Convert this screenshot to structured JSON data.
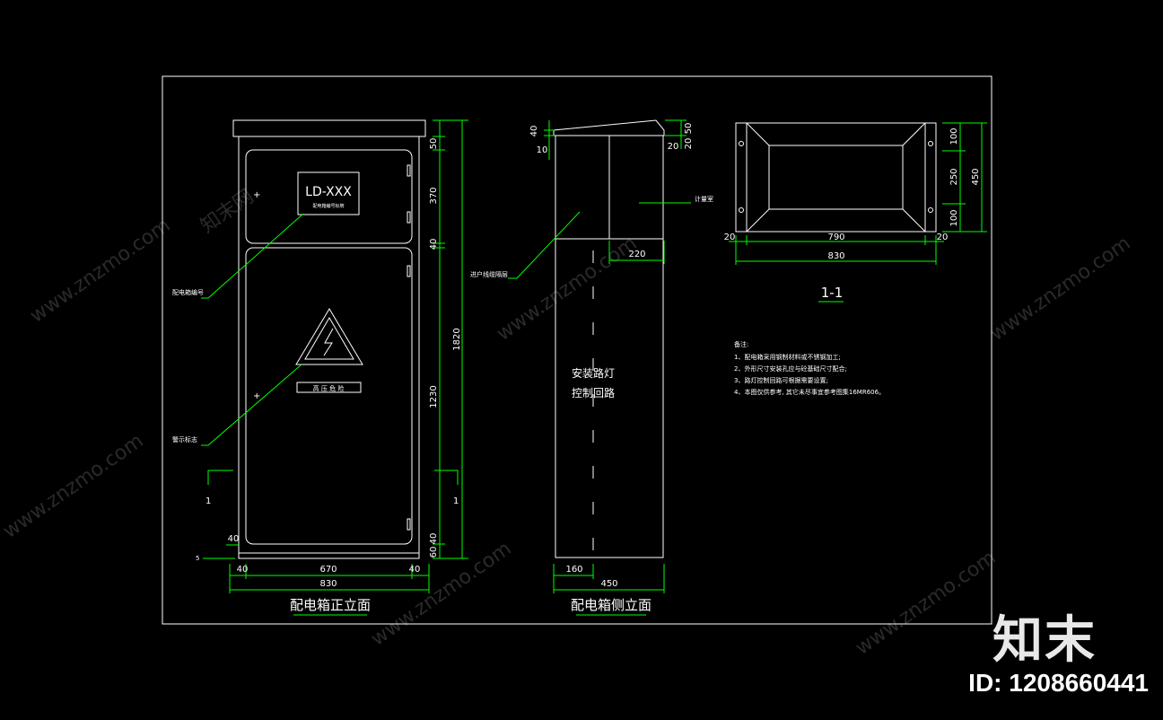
{
  "front_view": {
    "nameplate": "LD-XXX",
    "nameplate_sub": "配电箱编号标牌",
    "warning_label": "高 压 危 险",
    "callout_number": "配电箱编号",
    "callout_sign": "警示标志",
    "section_mark": "1",
    "dim_top": "50",
    "dim_upper": "370",
    "dim_gap": "40",
    "dim_lower": "1230",
    "dim_bottom_gap": "40",
    "dim_base": "60",
    "dim_total": "1820",
    "dim_left": "40",
    "dim_mid": "670",
    "dim_right": "40",
    "dim_width": "830",
    "dim_side_left": "40",
    "dim_5": "5",
    "title": "配电箱正立面"
  },
  "side_view": {
    "dim_40": "40",
    "dim_10": "10",
    "dim_50": "50",
    "dim_20": "20",
    "meter_label": "计量室",
    "callout_inout": "进户线缆隔层",
    "dim_220": "220",
    "text_line1": "安装路灯",
    "text_line2": "控制回路",
    "dim_160": "160",
    "dim_450": "450",
    "title": "配电箱侧立面"
  },
  "section_view": {
    "dim_100a": "100",
    "dim_250": "250",
    "dim_100b": "100",
    "dim_450": "450",
    "dim_20l": "20",
    "dim_790": "790",
    "dim_20r": "20",
    "dim_830": "830",
    "title": "1-1"
  },
  "notes": {
    "heading": "备注:",
    "items": [
      "1、配电箱采用钢制材料或不锈钢加工;",
      "2、外形尺寸安装孔应与砼基础尺寸配合;",
      "3、路灯控制回路可根据需要设置;",
      "4、本图仅供参考, 其它未尽事宜参考图集16MR606。"
    ]
  },
  "watermark": {
    "brand": "知末",
    "id": "ID: 1208660441",
    "site": "www.znzmo.com",
    "site_cn": "知末网"
  },
  "colors": {
    "line": "#ffffff",
    "dimension": "#00ff00",
    "background": "#000000"
  }
}
